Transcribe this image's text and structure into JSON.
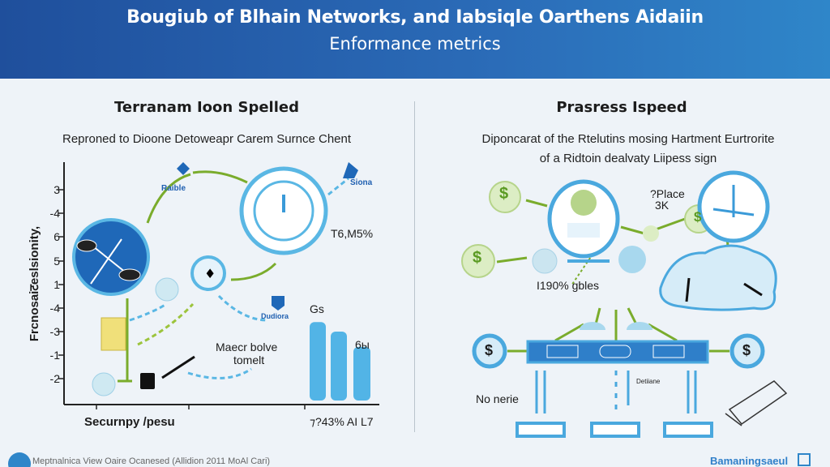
{
  "header": {
    "title": "Bougiub of Blhain Networks, and Iabsiqle Oarthens Aidaiin",
    "subtitle": "Enformance metrics"
  },
  "left": {
    "title": "Terranam Ioon Spelled",
    "subtitle": "Reproned to Dioone  Detoweapr Carem Surnce Chent",
    "y_axis_label": "Frcnosaiटeslsionity,",
    "y_ticks": [
      "3",
      "-4",
      "6",
      "5",
      "1",
      "-4",
      "-3",
      "-1",
      "-2"
    ],
    "x_axis_label": "Securnpy /pesu",
    "x_note": "⁊?43% AI L7",
    "labels": {
      "raible": "Raible",
      "siona": "Siona",
      "duoiora": "Dudiora",
      "pct": "T6,M5%",
      "machine": "Maecr bolve",
      "machine2": "tomelt",
      "gs": "Gs",
      "six": "6ы"
    },
    "bars": [
      0.82,
      0.72,
      0.56
    ],
    "accent": "#4aa8de",
    "green": "#7aac2c",
    "dark_blue": "#1f5fb0"
  },
  "right": {
    "title": "Prasress Ispeed",
    "subtitle_line1": "Diponcarat of the Rtelutins mosing Hartment Eurtrorite",
    "subtitle_line2": "of a Ridtoin dealvaty Liipess sign",
    "labels": {
      "place": "?Place",
      "place2": "3K",
      "gbles": "I190% gbles",
      "none": "No nerie",
      "small": "Detiiane"
    },
    "currency_symbol": "$"
  },
  "footer": {
    "left_text": "Meptnalnica View Oaire Ocanesed (Allidion 2011 MoAl Cari)",
    "right_text": "Bamaningsaeul"
  }
}
